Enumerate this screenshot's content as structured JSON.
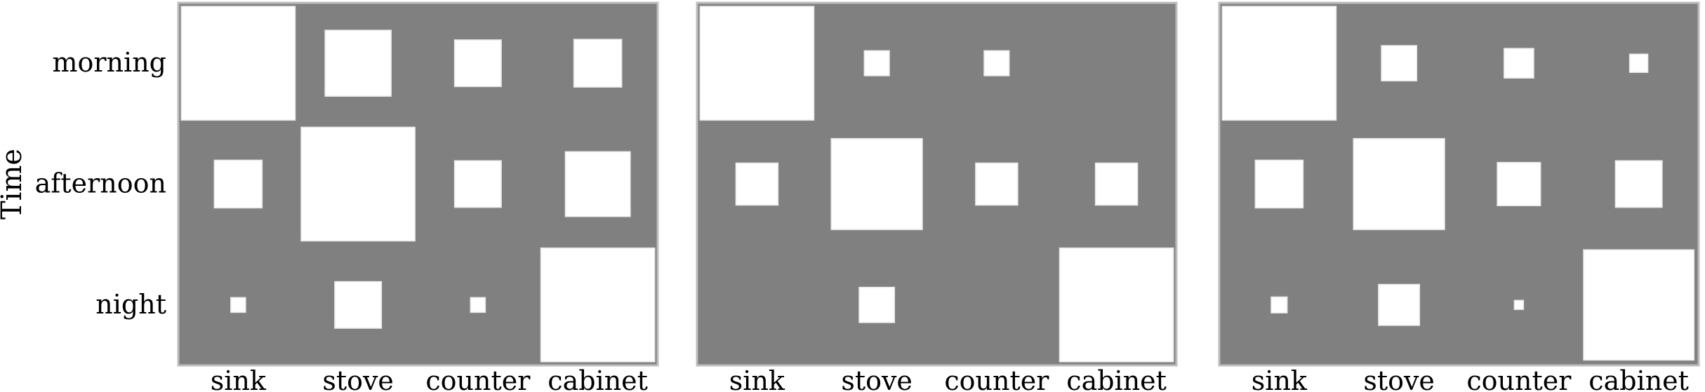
{
  "chart_data": {
    "type": "heatmap",
    "style": "hinton",
    "ylabel": "Time",
    "xlabel": "",
    "rows": [
      "morning",
      "afternoon",
      "night"
    ],
    "columns": [
      "sink",
      "stove",
      "counter",
      "cabinet"
    ],
    "background_color": "#808080",
    "cell_color": "#ffffff",
    "value_encoding": "square side length relative to largest cell",
    "panels": [
      {
        "values": [
          [
            1.0,
            0.58,
            0.41,
            0.42
          ],
          [
            0.42,
            1.0,
            0.41,
            0.57
          ],
          [
            0.13,
            0.41,
            0.13,
            1.0
          ]
        ]
      },
      {
        "values": [
          [
            1.0,
            0.22,
            0.22,
            0.0
          ],
          [
            0.37,
            0.8,
            0.37,
            0.37
          ],
          [
            0.0,
            0.31,
            0.0,
            1.0
          ]
        ]
      },
      {
        "values": [
          [
            1.0,
            0.31,
            0.26,
            0.16
          ],
          [
            0.42,
            0.8,
            0.38,
            0.41
          ],
          [
            0.14,
            0.36,
            0.08,
            0.97
          ]
        ]
      }
    ]
  }
}
